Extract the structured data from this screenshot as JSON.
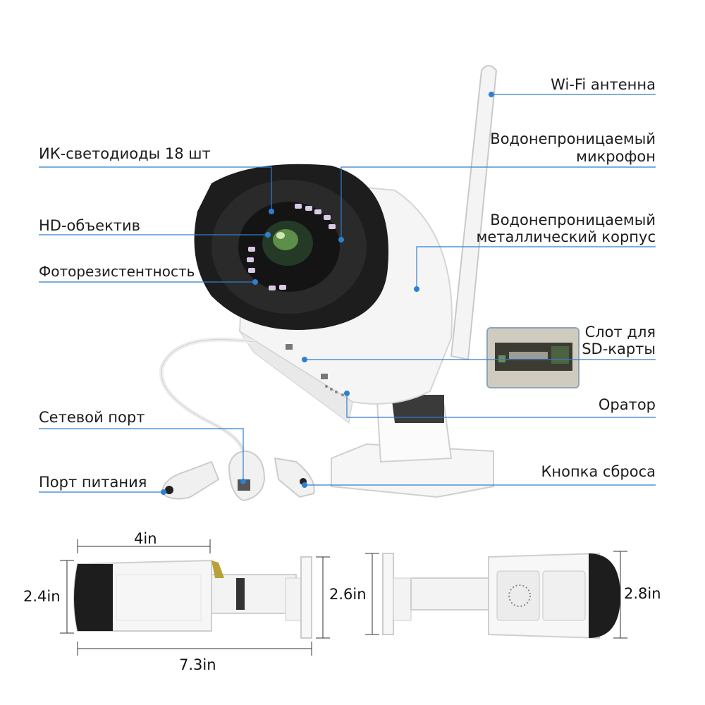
{
  "colors": {
    "callout_line": "#2f7fd0",
    "callout_dot": "#2f7fd0",
    "text": "#1c1c1c"
  },
  "labels_left": {
    "ir_leds": "ИК-светодиоды 18 шт",
    "hd_lens": "HD-объектив",
    "photoresistor": "Фоторезистентность",
    "network_port": "Сетевой порт",
    "power_port": "Порт питания"
  },
  "labels_right": {
    "wifi_antenna": "Wi-Fi антенна",
    "mic_line1": "Водонепроницаемый",
    "mic_line2": "микрофон",
    "housing_line1": "Водонепроницаемый",
    "housing_line2": "металлический корпус",
    "sd_line1": "Слот для",
    "sd_line2": "SD-карты",
    "speaker": "Оратор",
    "reset": "Кнопка сброса"
  },
  "dimensions": {
    "length_body": "4in",
    "height_front": "2.4in",
    "height_mount": "2.6in",
    "length_total": "7.3in",
    "height_rear": "2.8in"
  },
  "icons": {
    "camera": "bullet-camera-illustration",
    "camera_side": "camera-side-view-illustration",
    "camera_rear": "camera-rear-view-illustration"
  }
}
